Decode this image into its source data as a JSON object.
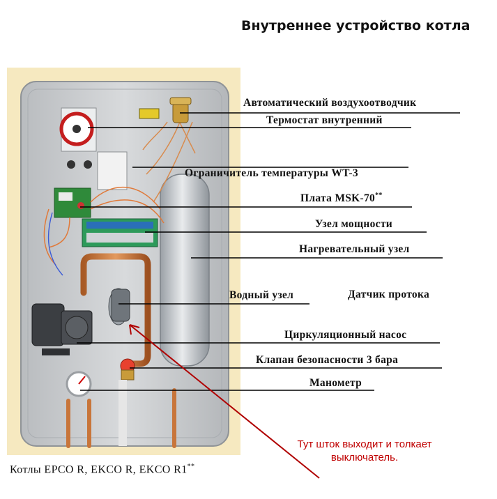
{
  "title": "Внутреннее устройство котла",
  "labels": {
    "air_vent": "Автоматический воздухоотводчик",
    "thermostat": "Термостат внутренний",
    "limiter": "Ограничитель температуры WT-3",
    "board": "Плата MSK-70",
    "board_sup": "**",
    "power_unit": "Узел мощности",
    "heating_unit": "Нагревательный узел",
    "water_unit": "Водный узел",
    "flow_sensor": "Датчик протока",
    "pump": "Циркуляционный насос",
    "safety_valve": "Клапан безопасности 3 бара",
    "manometer": "Манометр"
  },
  "footer": {
    "text": "Котлы EPCO R, EKCO R, EKCO R1",
    "sup": "**"
  },
  "annotation": {
    "line1": "Тут шток  выходит и толкает",
    "line2": "выключатель."
  },
  "colors": {
    "background_panel": "#f6e9c0",
    "housing": "#c9cccf",
    "copper": "#c8753a",
    "annotation": "#c00000"
  }
}
